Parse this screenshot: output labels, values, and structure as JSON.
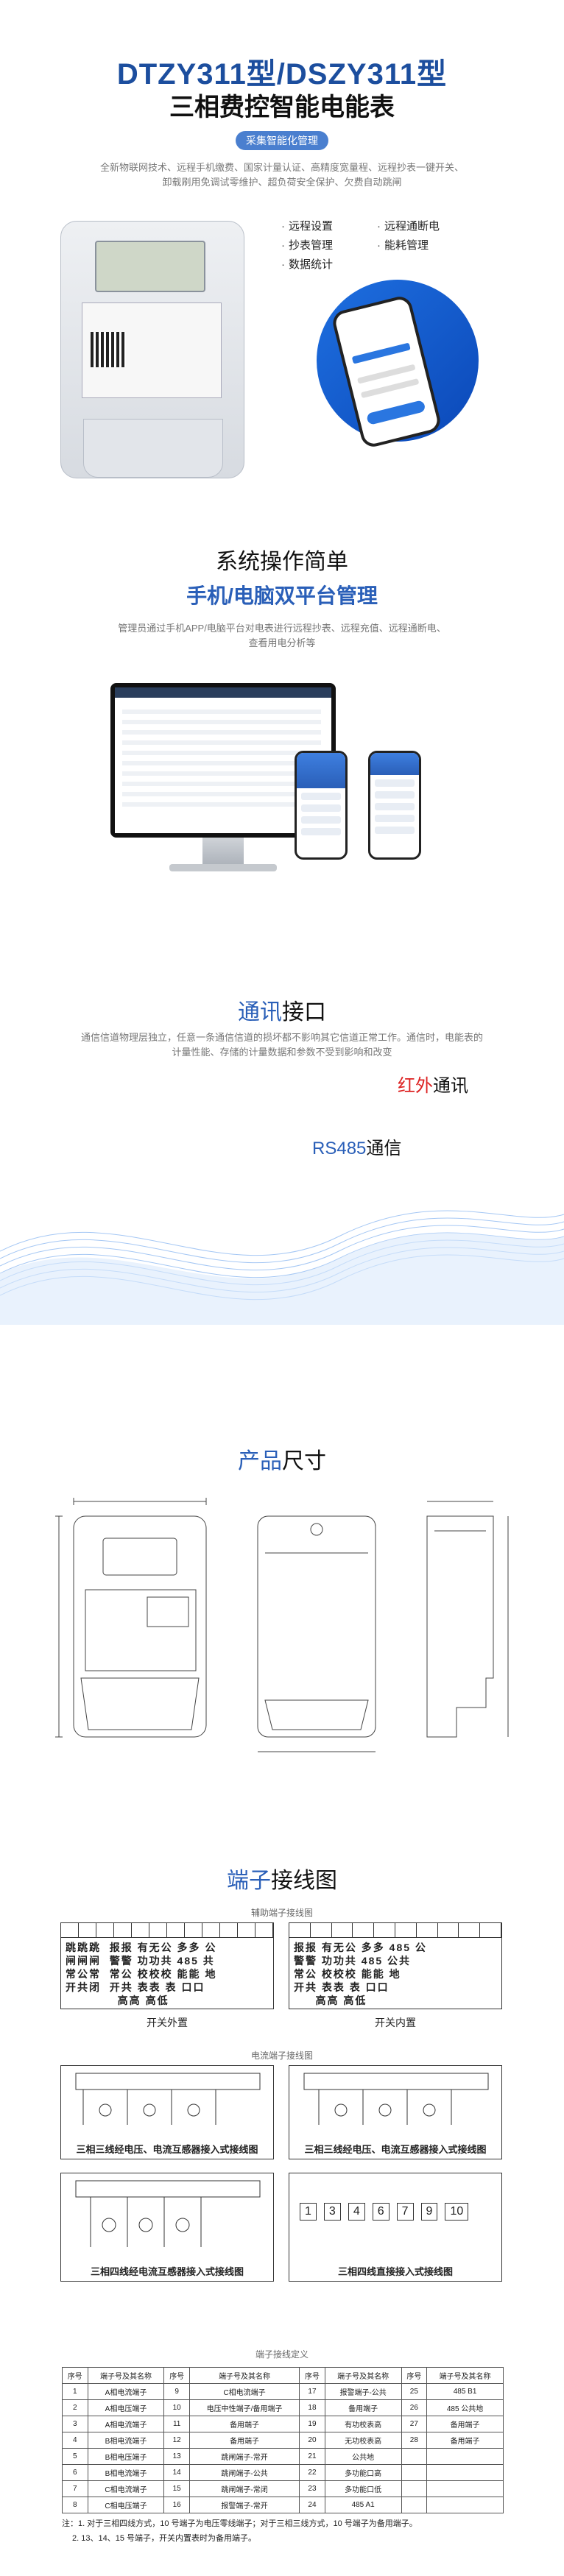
{
  "hero": {
    "title": "DTZY311型/DSZY311型",
    "subtitle": "三相费控智能电能表",
    "pill": "采集智能化管理",
    "desc_line1": "全新物联网技术、远程手机缴费、国家计量认证、高精度宽量程、远程抄表一键开关、",
    "desc_line2": "卸载刷用免调试零维护、超负荷安全保护、欠费自动跳闸",
    "features": [
      "远程设置",
      "远程通断电",
      "抄表管理",
      "能耗管理",
      "数据统计"
    ]
  },
  "section2": {
    "title": "系统操作简单",
    "subtitle": "手机/电脑双平台管理",
    "desc_line1": "管理员通过手机APP/电脑平台对电表进行远程抄表、远程充值、远程通断电、",
    "desc_line2": "查看用电分析等"
  },
  "section3": {
    "title_accent": "通讯",
    "title_rest": "接口",
    "desc_line1": "通信信道物理层独立，任意一条通信信道的损坏都不影响其它信道正常工作。通信时，电能表的",
    "desc_line2": "计量性能、存储的计量数据和参数不受到影响和改变",
    "ir_accent": "红外",
    "ir_rest": "通讯",
    "rs_accent": "RS485",
    "rs_rest": "通信"
  },
  "section4": {
    "title_accent": "产品",
    "title_rest": "尺寸"
  },
  "section5": {
    "title_accent": "端子",
    "title_rest": "接线图",
    "aux_caption": "辅助端子接线图",
    "aux_left_grid": "跳跳跳  报报 有无公 多多 公\n闸闸闸  警警 功功共 485 共\n常公常  常公 校校校 能能 地\n开共闭  开共 表表 表 口口\n            高高 高低",
    "aux_left_label": "开关外置",
    "aux_right_grid": "报报 有无公 多多 485 公\n警警 功功共 485 公共\n常公 校校校 能能 地\n开共 表表 表 口口\n     高高 高低",
    "aux_right_label": "开关内置",
    "power_caption": "电流端子接线图",
    "wire_a": "三相三线经电压、电流互感器接入式接线图",
    "wire_b": "三相四线经电流互感器接入式接线图",
    "wire_c": "三相四线直接接入式接线图",
    "wire_c_terms": [
      "1",
      "3",
      "4",
      "6",
      "7",
      "9",
      "10"
    ],
    "table_caption": "端子接线定义"
  },
  "terminal_table": {
    "headers": [
      "序号",
      "端子号及其名称",
      "序号",
      "端子号及其名称",
      "序号",
      "端子号及其名称",
      "序号",
      "端子号及其名称"
    ],
    "rows": [
      [
        "1",
        "A相电流端子",
        "9",
        "C相电流端子",
        "17",
        "报警端子-公共",
        "25",
        "485 B1"
      ],
      [
        "2",
        "A相电压端子",
        "10",
        "电压中性端子/备用端子",
        "18",
        "备用端子",
        "26",
        "485 公共地"
      ],
      [
        "3",
        "A相电流端子",
        "11",
        "备用端子",
        "19",
        "有功校表高",
        "27",
        "备用端子"
      ],
      [
        "4",
        "B相电流端子",
        "12",
        "备用端子",
        "20",
        "无功校表高",
        "28",
        "备用端子"
      ],
      [
        "5",
        "B相电压端子",
        "13",
        "跳闸端子-常开",
        "21",
        "公共地",
        "",
        ""
      ],
      [
        "6",
        "B相电流端子",
        "14",
        "跳闸端子-公共",
        "22",
        "多功能口高",
        "",
        ""
      ],
      [
        "7",
        "C相电流端子",
        "15",
        "跳闸端子-常闭",
        "23",
        "多功能口低",
        "",
        ""
      ],
      [
        "8",
        "C相电压端子",
        "16",
        "报警端子-常开",
        "24",
        "485 A1",
        "",
        ""
      ]
    ],
    "note1": "注：1. 对于三相四线方式，10 号端子为电压零线端子；对于三相三线方式，10 号端子为备用端子。",
    "note2": "2. 13、14、15 号端子，开关内置表时为备用端子。"
  }
}
